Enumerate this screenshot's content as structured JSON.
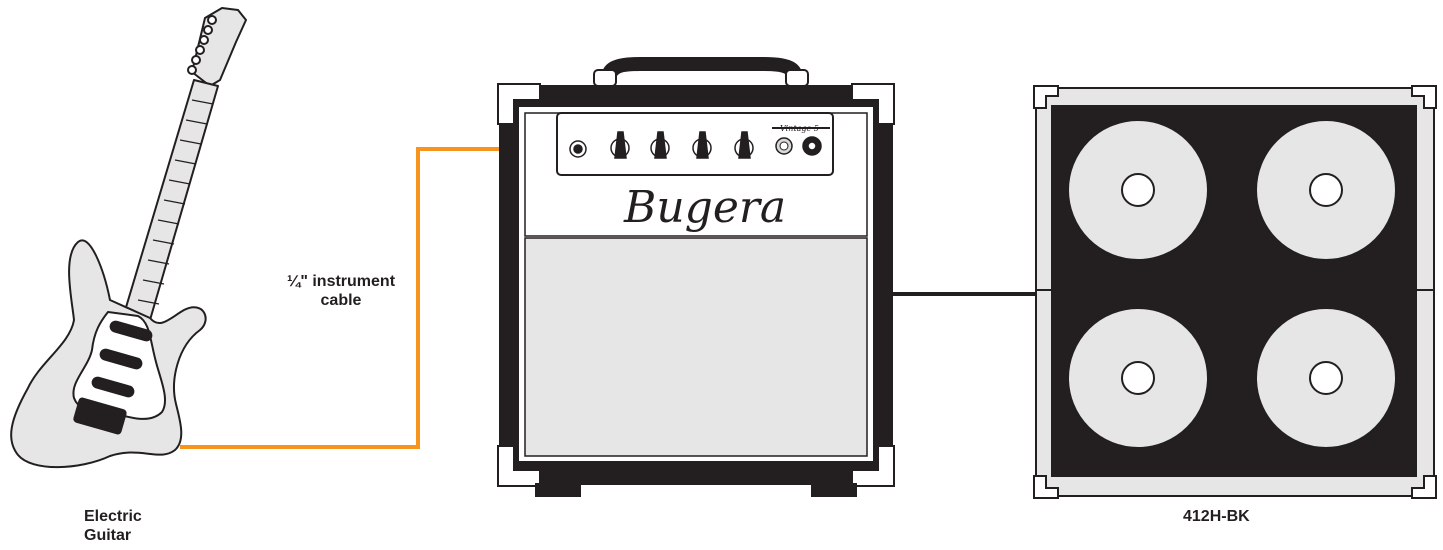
{
  "diagram": {
    "labels": {
      "guitar_line1": "Electric",
      "guitar_line2": "Guitar",
      "cable_line1": "¼\" instrument",
      "cable_line2": "cable",
      "cabinet": "412H-BK"
    },
    "amplifier": {
      "brand_logo": "Bugera",
      "model_badge": "Vintage 5"
    },
    "colors": {
      "instrument_cable": "#f7941d",
      "speaker_cable": "#231f20",
      "body_gray": "#e6e6e6",
      "outline": "#231f20",
      "tolex": "#231f20"
    }
  }
}
